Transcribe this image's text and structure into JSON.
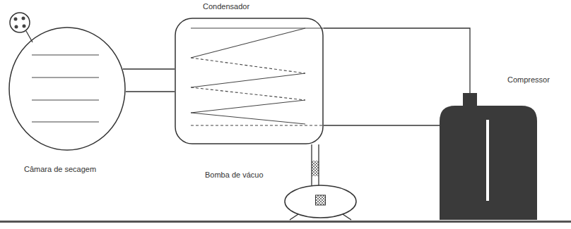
{
  "diagram": {
    "nodes": [
      {
        "text": [
          "Câmara de secagem"
        ]
      },
      {
        "text": [
          "Condensador"
        ]
      },
      {
        "text": [
          "Compressor"
        ]
      },
      {
        "text": [
          "Bomba de vácuo"
        ]
      }
    ],
    "edges": [
      {
        "from": 0,
        "to": 1,
        "arrow": "none"
      },
      {
        "from": 1,
        "to": 2,
        "arrow": "none"
      },
      {
        "from": 1,
        "to": 2,
        "arrow": "none"
      },
      {
        "from": 1,
        "to": 3,
        "arrow": "none"
      }
    ]
  }
}
